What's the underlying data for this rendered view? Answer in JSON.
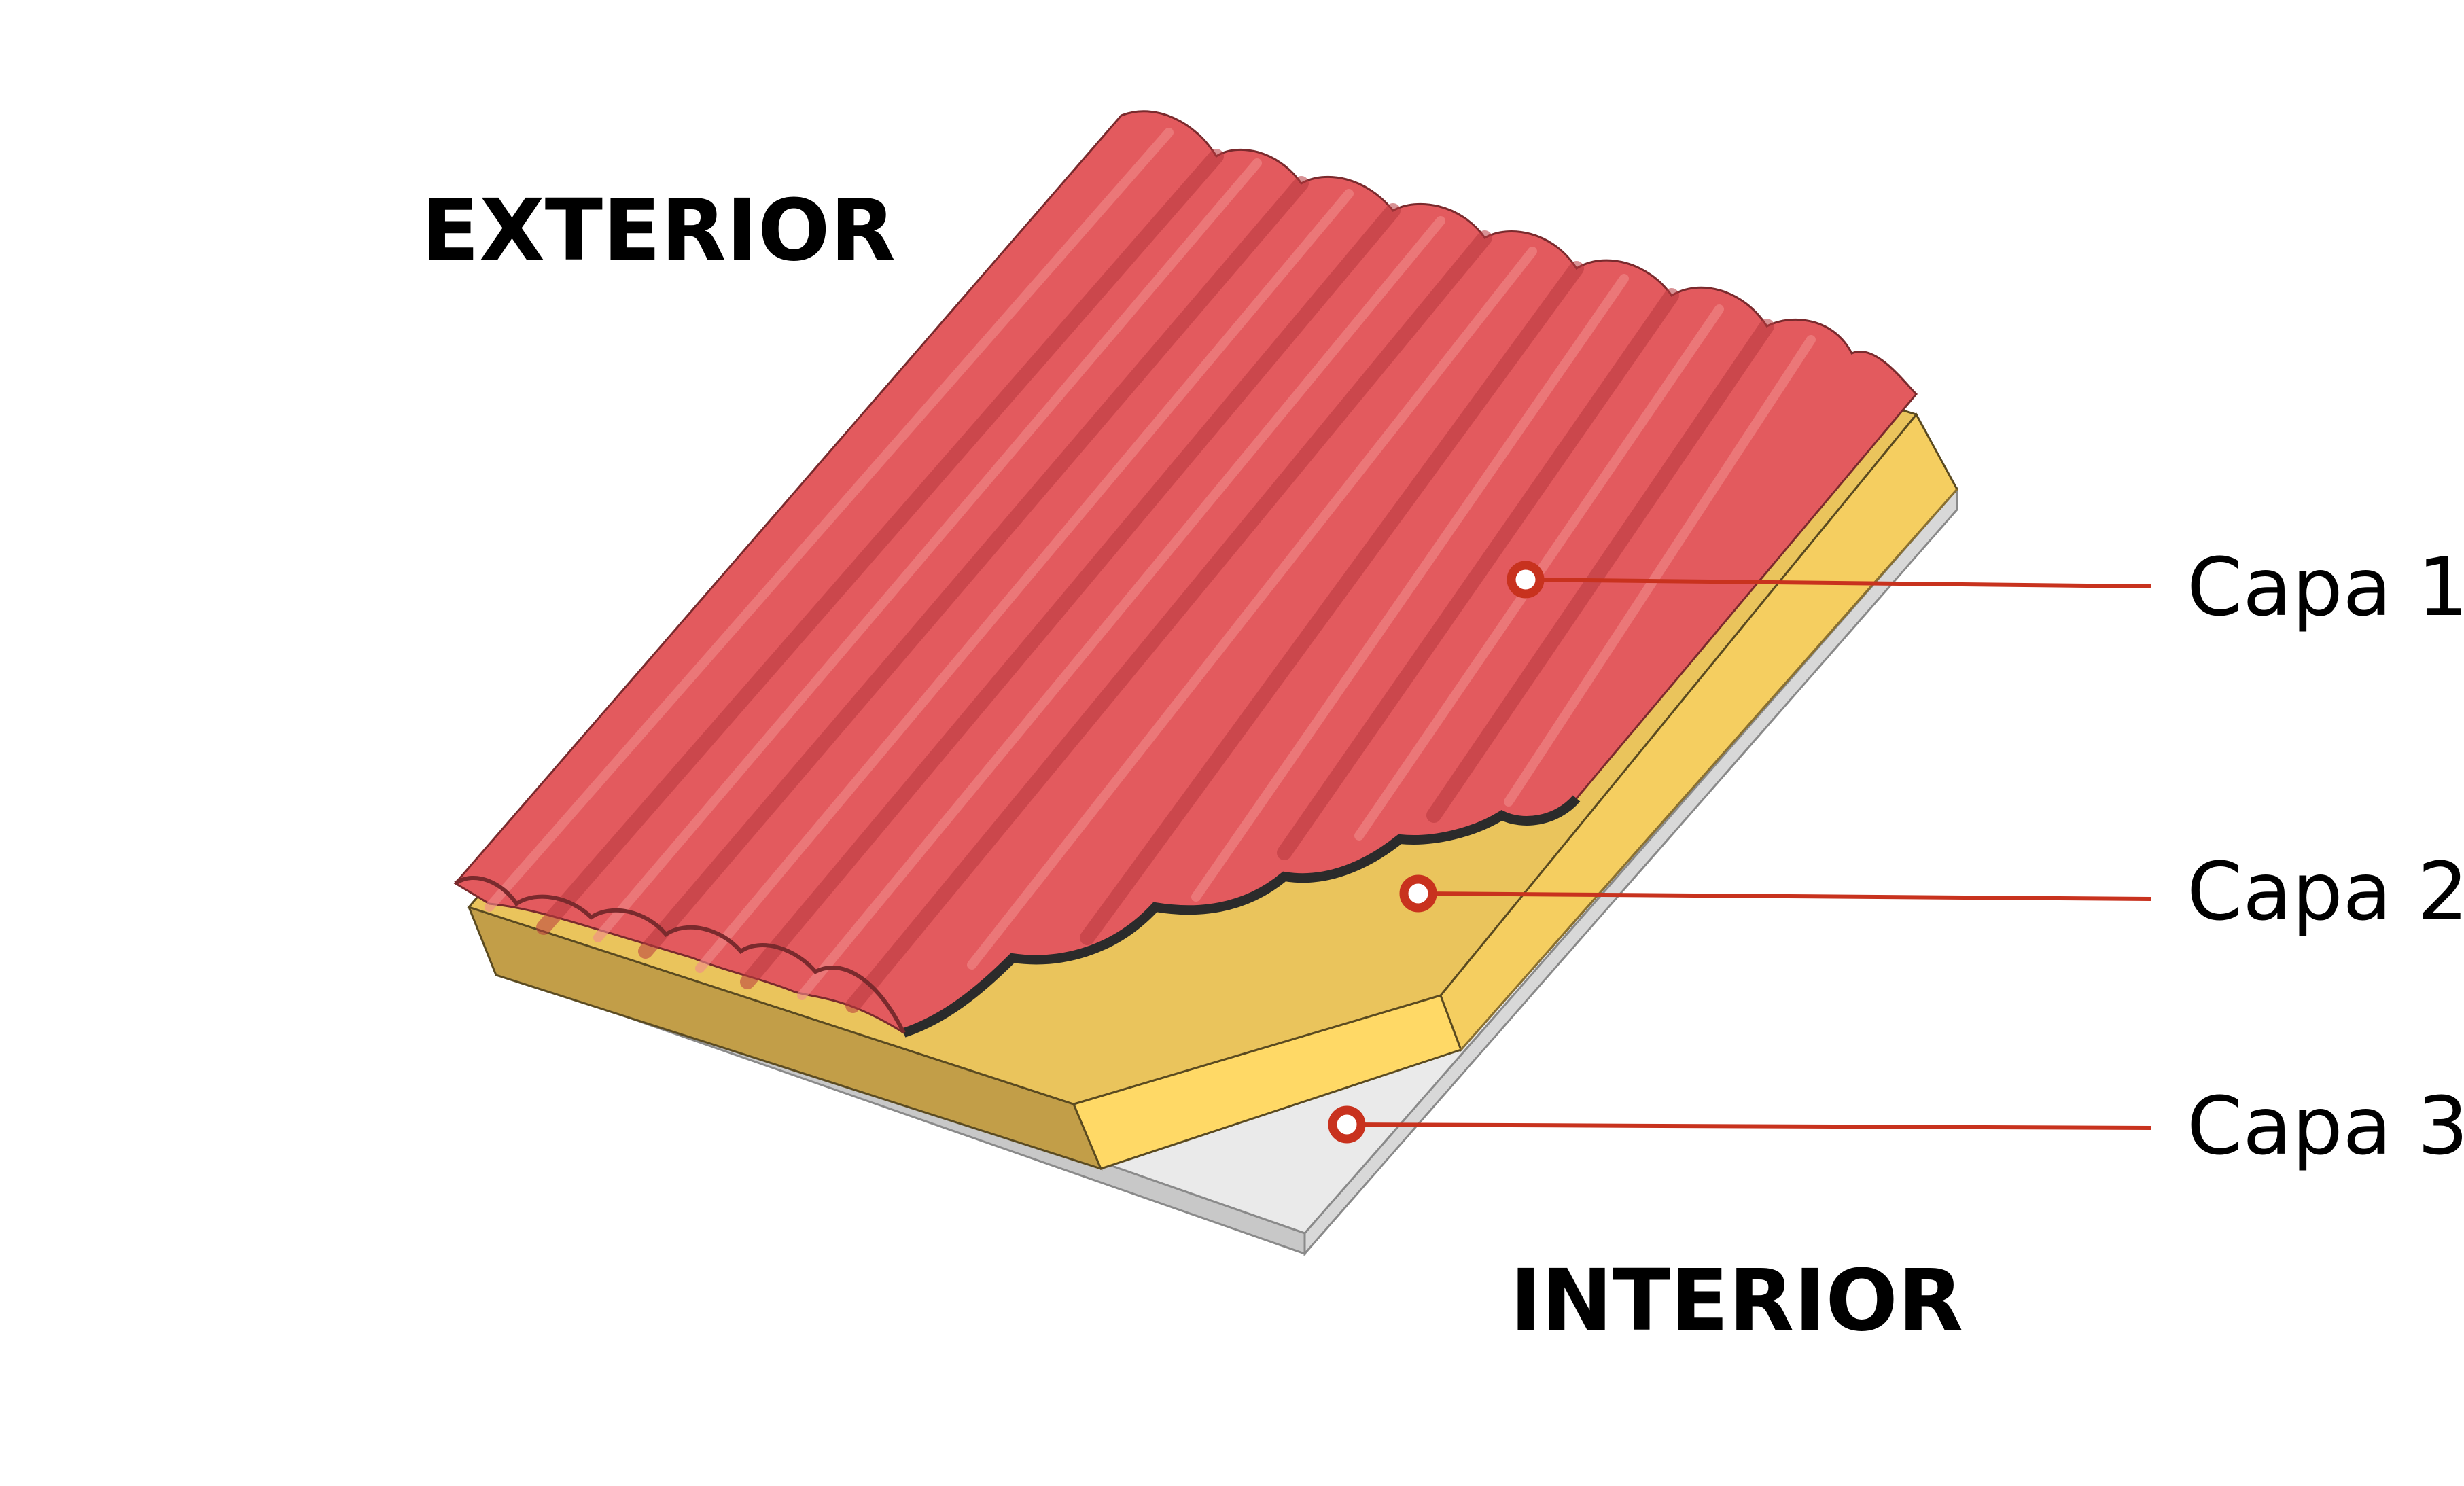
{
  "labels": {
    "exterior": "EXTERIOR",
    "interior": "INTERIOR"
  },
  "layers": [
    {
      "label": "Capa 1",
      "icon": "marker-dot-icon"
    },
    {
      "label": "Capa 2",
      "icon": "marker-dot-icon"
    },
    {
      "label": "Capa 3",
      "icon": "marker-dot-icon"
    }
  ],
  "colors": {
    "tile_top": "#E35A5E",
    "tile_shadow": "#B8393E",
    "tile_highlight": "#F08A8B",
    "insulation_top": "#EAC45C",
    "insulation_front": "#FFD966",
    "insulation_left": "#C29E48",
    "board_top": "#EAEAEA",
    "board_edge": "#C8C8C8",
    "leader_line": "#C8321E",
    "outline": "#2B2B2B"
  }
}
